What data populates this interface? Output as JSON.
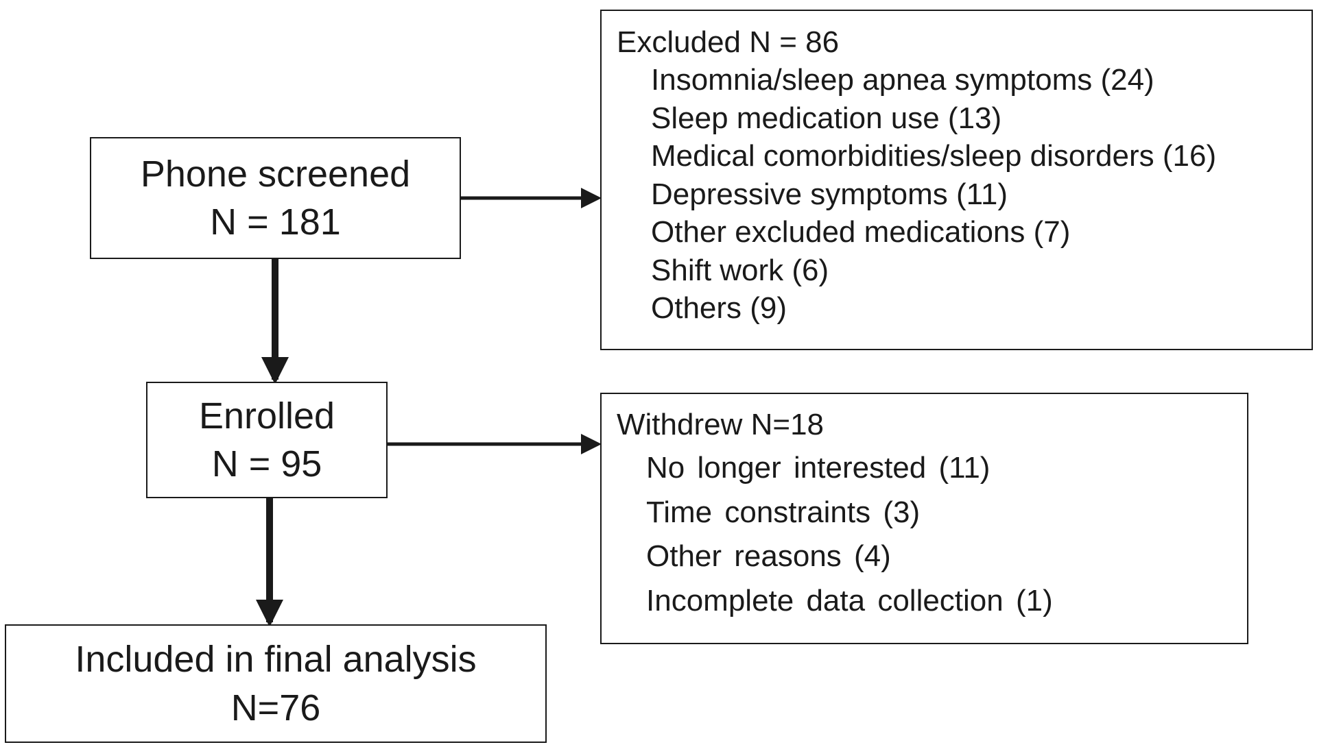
{
  "nodes": {
    "phone_screened": {
      "label": "Phone screened",
      "count": "N = 181"
    },
    "enrolled": {
      "label": "Enrolled",
      "count": "N = 95"
    },
    "final_analysis": {
      "label": "Included in final analysis",
      "count": "N=76"
    }
  },
  "excluded": {
    "title": "Excluded N = 86",
    "items": [
      "Insomnia/sleep apnea symptoms (24)",
      "Sleep medication use (13)",
      "Medical comorbidities/sleep disorders (16)",
      "Depressive symptoms (11)",
      "Other excluded medications (7)",
      "Shift work (6)",
      "Others (9)"
    ]
  },
  "withdrew": {
    "title": "Withdrew N=18",
    "items": [
      "No longer interested (11)",
      "Time constraints (3)",
      "Other reasons (4)",
      "Incomplete data collection (1)"
    ]
  },
  "colors": {
    "line": "#1a1a1a",
    "background": "#ffffff"
  }
}
